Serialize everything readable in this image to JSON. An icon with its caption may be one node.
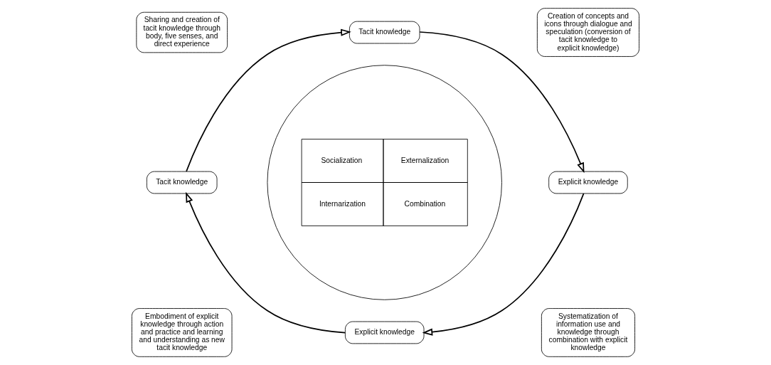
{
  "diagram": {
    "nodes": [
      {
        "text": [
          "Sharing and creation of tacit knowledge through body, five senses, and direct experience"
        ]
      },
      {
        "text": [
          "Tacit knowledge"
        ]
      },
      {
        "text": [
          "Creation of concepts and icons through dialogue and speculation (conversion of tacit knowledge to explicit knowledge)"
        ]
      },
      {
        "text": [
          "Socialization",
          "Externalization",
          "Internarization",
          "Combination"
        ]
      },
      {
        "text": [
          "Tacit knowledge"
        ]
      },
      {
        "text": [
          "Explicit knowledge"
        ]
      },
      {
        "text": [
          "Embodiment of explicit knowledge through action and practice and learning and understanding as new tacit knowledge"
        ]
      },
      {
        "text": [
          "Systematization of information use and knowledge through combination with explicit knowledge"
        ]
      },
      {
        "text": [
          "Explicit knowledge"
        ]
      }
    ],
    "edges": [
      {
        "from": 4,
        "to": 1,
        "arrow": "to"
      },
      {
        "from": 1,
        "to": 5,
        "arrow": "to"
      },
      {
        "from": 5,
        "to": 8,
        "arrow": "to"
      },
      {
        "from": 8,
        "to": 4,
        "arrow": "to"
      }
    ]
  }
}
